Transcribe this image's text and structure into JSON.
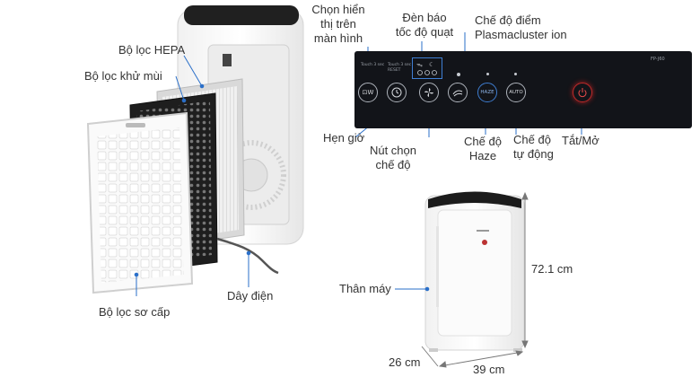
{
  "labels": {
    "hepa": "Bộ lọc HEPA",
    "carbon": "Bộ lọc khử mùi",
    "prefilter": "Bộ lọc sơ cấp",
    "cord": "Dây điện",
    "display_select_1": "Chọn hiển",
    "display_select_2": "thị trên",
    "display_select_3": "màn hình",
    "speed_light_1": "Đèn báo",
    "speed_light_2": "tốc độ quạt",
    "plasma_1": "Chế độ điểm",
    "plasma_2": "Plasmacluster ion",
    "timer": "Hẹn giờ",
    "mode_1": "Nút chọn",
    "mode_2": "chế độ",
    "haze_1": "Chế độ",
    "haze_2": "Haze",
    "auto_1": "Chế độ",
    "auto_2": "tự động",
    "power": "Tắt/Mở",
    "body": "Thân máy",
    "height": "72.1 cm",
    "depth": "26 cm",
    "width": "39 cm"
  },
  "panel": {
    "btn_display": "⊡W",
    "btn_haze": "HAZE",
    "btn_auto": "AUTO",
    "text_a": "Touch 3 sec",
    "text_b": "Touch 3 sec",
    "text_c": "RESET",
    "model": "FP-J60"
  },
  "colors": {
    "accent_blue": "#3f7fd4",
    "power_red": "#c02a2a",
    "panel_bg": "#121419",
    "leader": "#2a6fc9"
  }
}
